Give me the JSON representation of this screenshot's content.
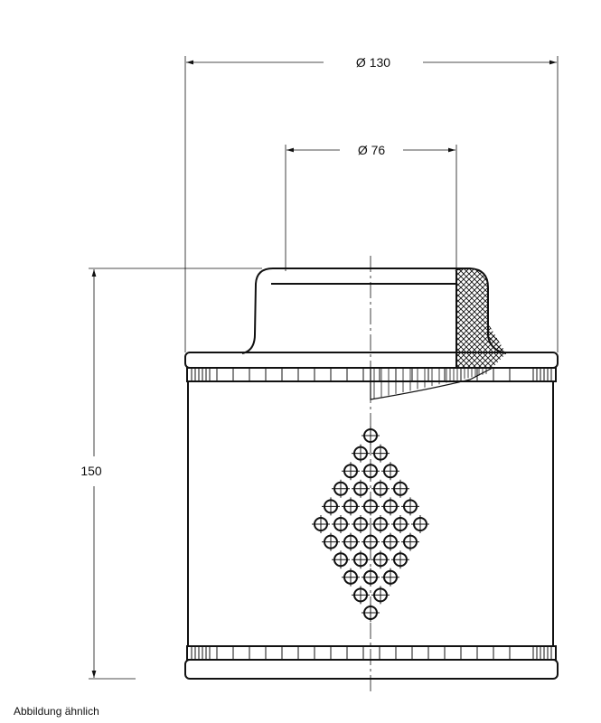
{
  "dimensions": {
    "outer_diameter": "Ø 130",
    "outlet_diameter": "Ø 76",
    "height": "150"
  },
  "caption": "Abbildung ähnlich",
  "perforation_rows": [
    1,
    2,
    3,
    4,
    5,
    6,
    5,
    4,
    3,
    2,
    1
  ],
  "colors": {
    "line": "#111111",
    "background": "#ffffff"
  }
}
